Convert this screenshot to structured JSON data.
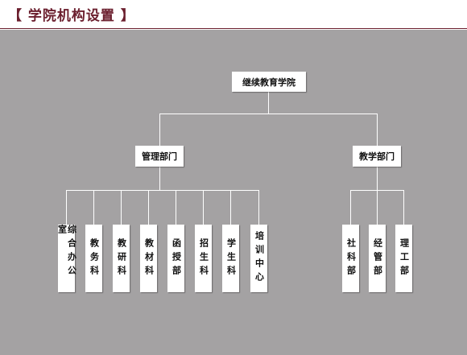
{
  "header": {
    "title": "【 学院机构设置 】"
  },
  "org": {
    "root": "继续教育学院",
    "branches": [
      {
        "name": "管理部门",
        "children": [
          "综合办公室",
          "教务科",
          "教研科",
          "教材科",
          "函授部",
          "招生科",
          "学生科",
          "培训中心"
        ]
      },
      {
        "name": "教学部门",
        "children": [
          "社科部",
          "经管部",
          "理工部"
        ]
      }
    ]
  },
  "colors": {
    "background": "#a4a2a3",
    "box": "#ffffff",
    "connector": "#ffffff",
    "title": "#6b1f2e"
  }
}
